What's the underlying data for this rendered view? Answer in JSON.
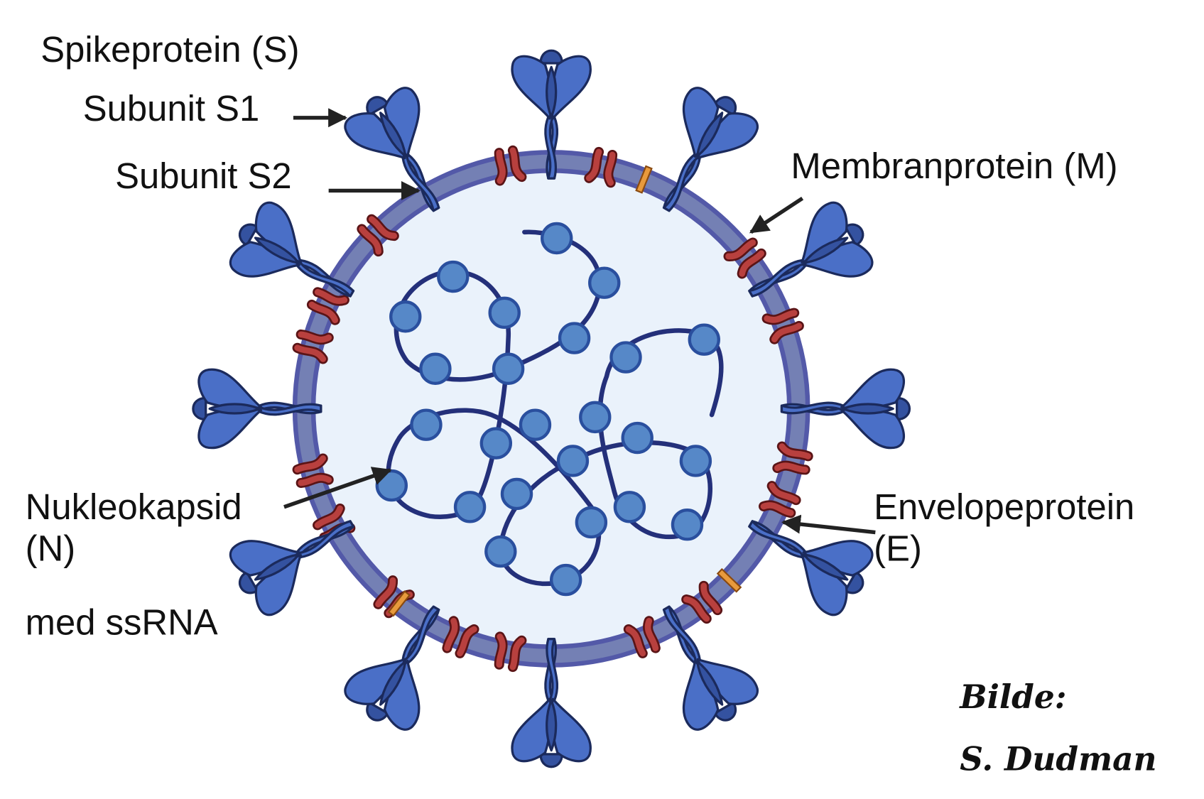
{
  "labels": {
    "spike": "Spikeprotein (S)",
    "s1": "Subunit S1",
    "s2": "Subunit S2",
    "membrane": "Membranprotein (M)",
    "nucleocapsid_1": "Nukleokapsid",
    "nucleocapsid_2": "(N)",
    "ssrna": "med ssRNA",
    "envelope_1": "Envelopeprotein",
    "envelope_2": "(E)"
  },
  "credit": {
    "line1": "Bilde:",
    "line2": "S. Dudman"
  },
  "colors": {
    "spike": "#4a6fc7",
    "spike_dark": "#3452a0",
    "outline": "#1b2a5c",
    "membrane": "#7480b4",
    "membrane_edge": "#5359a8",
    "interior": "#eaf2fb",
    "m_protein": "#b8403e",
    "e_protein": "#e89a3c",
    "rna": "#24307a",
    "n_protein": "#5688c8"
  }
}
